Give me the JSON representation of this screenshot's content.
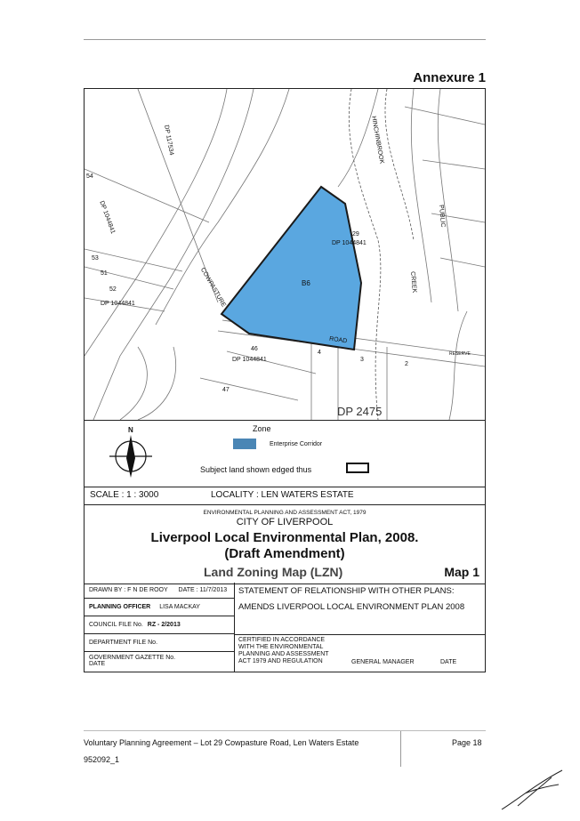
{
  "annexure": "Annexure 1",
  "map": {
    "zone_code": "B6",
    "labels": {
      "dp_117534": "DP 117534",
      "dp_1044841_a": "DP 1044841",
      "dp_1044841_b": "DP 1044841",
      "dp_1044841_c": "DP 1044841",
      "dp_1044841_d": "DP 1044841",
      "dp_2475": "DP 2475",
      "lot_29": "29",
      "lot_54": "54",
      "lot_53": "53",
      "lot_52": "52",
      "lot_51": "51",
      "lot_46": "46",
      "lot_47": "47",
      "lot_4": "4",
      "lot_3": "3",
      "lot_2": "2",
      "road": "ROAD",
      "cowpasture": "COWPASTURE",
      "hinchinbrook": "HINCHINBROOK",
      "creek": "CREEK",
      "public": "PUBLIC",
      "reserve": "RESERVE"
    }
  },
  "legend": {
    "north": "N",
    "zone_heading": "Zone",
    "zone_item": "Enterprise Corridor",
    "zone_color": "#4a86b5",
    "subject_land": "Subject land shown edged thus",
    "scale": "SCALE :    1 : 3000",
    "locality": "LOCALITY : LEN WATERS ESTATE"
  },
  "title_block": {
    "act": "ENVIRONMENTAL PLANNING AND ASSESSMENT ACT, 1979",
    "city": "CITY OF LIVERPOOL",
    "plan": "Liverpool Local Environmental Plan, 2008.",
    "draft": "(Draft Amendment)",
    "map_title": "Land Zoning Map (LZN)",
    "map_no": "Map 1"
  },
  "info": {
    "drawn_by": "DRAWN BY :  F N DE ROOY",
    "date_label": "DATE : 11/7/2013",
    "planning_officer_label": "PLANNING OFFICER",
    "planning_officer": "LISA MACKAY",
    "council_file_label": "COUNCIL FILE No.",
    "council_file": "RZ - 2/2013",
    "department_file": "DEPARTMENT FILE No.",
    "gazette_label": "GOVERNMENT GAZETTE No.",
    "gazette_date": "DATE",
    "statement_heading": "STATEMENT OF RELATIONSHIP WITH OTHER PLANS:",
    "statement_text": "AMENDS LIVERPOOL LOCAL ENVIRONMENT PLAN 2008",
    "certified_1": "CERTIFIED IN ACCORDANCE",
    "certified_2": "WITH THE ENVIRONMENTAL",
    "certified_3": "PLANNING AND ASSESSMENT",
    "certified_4": "ACT 1979 AND REGULATION",
    "general_manager": "GENERAL MANAGER",
    "date": "DATE"
  },
  "footer": {
    "title": "Voluntary Planning Agreement – Lot 29 Cowpasture Road, Len Waters Estate",
    "doc_no": "952092_1",
    "page": "Page 18"
  }
}
